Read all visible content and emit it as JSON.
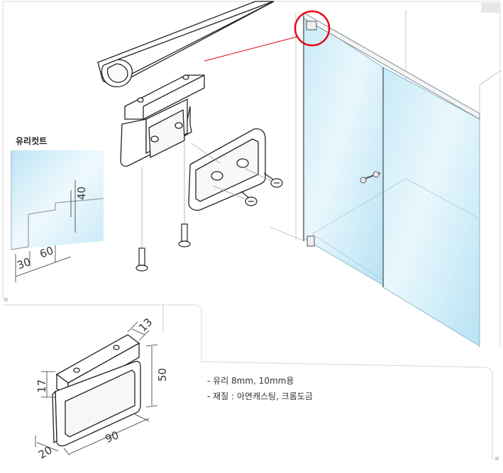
{
  "cut_detail": {
    "title": "유리컷트",
    "dim_height": "40",
    "dim_a": "30",
    "dim_b": "60"
  },
  "hinge_dims": {
    "top": "13",
    "side": "17",
    "height": "50",
    "length": "90",
    "depth": "20"
  },
  "specs": [
    "- 유리 8mm, 10mm용",
    "- 재질 : 아연캐스팅, 크롬도금"
  ]
}
